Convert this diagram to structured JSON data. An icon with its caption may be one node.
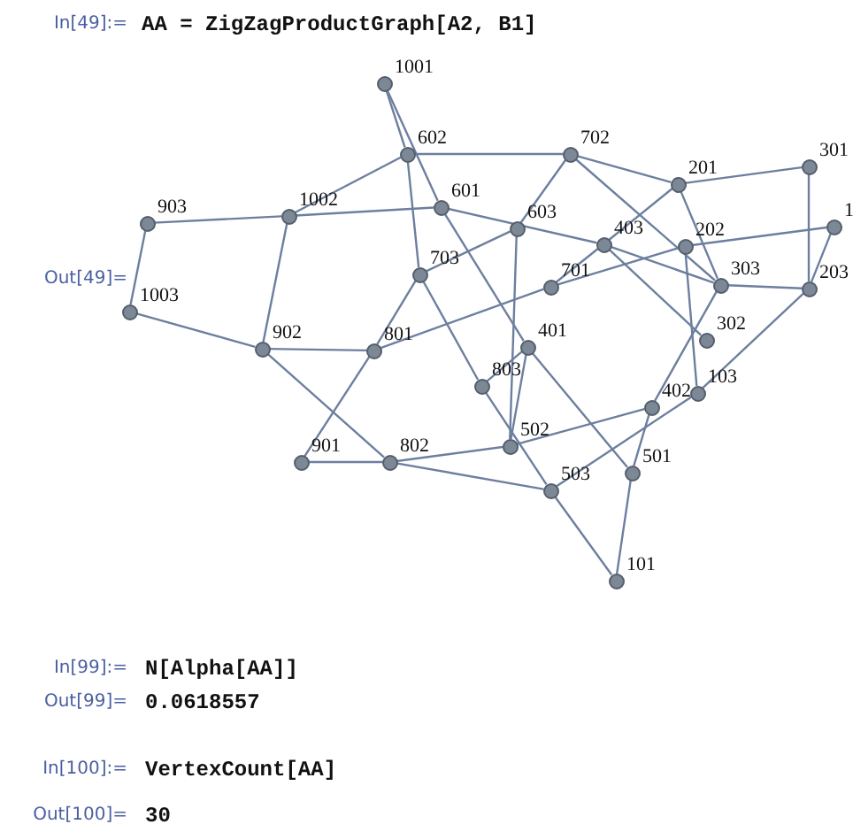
{
  "diagram": {
    "nodes": [
      {
        "text": [
          "1001"
        ]
      },
      {
        "text": [
          "602"
        ]
      },
      {
        "text": [
          "702"
        ]
      },
      {
        "text": [
          "301"
        ]
      },
      {
        "text": [
          "201"
        ]
      },
      {
        "text": [
          "601"
        ]
      },
      {
        "text": [
          "1002"
        ]
      },
      {
        "text": [
          "903"
        ]
      },
      {
        "text": [
          "1"
        ]
      },
      {
        "text": [
          "603"
        ]
      },
      {
        "text": [
          "403"
        ]
      },
      {
        "text": [
          "202"
        ]
      },
      {
        "text": [
          "703"
        ]
      },
      {
        "text": [
          "701"
        ]
      },
      {
        "text": [
          "303"
        ]
      },
      {
        "text": [
          "203"
        ]
      },
      {
        "text": [
          "1003"
        ]
      },
      {
        "text": [
          "302"
        ]
      },
      {
        "text": [
          "401"
        ]
      },
      {
        "text": [
          "902"
        ]
      },
      {
        "text": [
          "801"
        ]
      },
      {
        "text": [
          "803"
        ]
      },
      {
        "text": [
          "103"
        ]
      },
      {
        "text": [
          "402"
        ]
      },
      {
        "text": [
          "502"
        ]
      },
      {
        "text": [
          "901"
        ]
      },
      {
        "text": [
          "802"
        ]
      },
      {
        "text": [
          "501"
        ]
      },
      {
        "text": [
          "503"
        ]
      },
      {
        "text": [
          "101"
        ]
      }
    ],
    "edges": [
      {
        "from": 0,
        "to": 1,
        "arrow": "none"
      },
      {
        "from": 0,
        "to": 5,
        "arrow": "none"
      },
      {
        "from": 1,
        "to": 6,
        "arrow": "none"
      },
      {
        "from": 1,
        "to": 2,
        "arrow": "none"
      },
      {
        "from": 1,
        "to": 12,
        "arrow": "none"
      },
      {
        "from": 6,
        "to": 7,
        "arrow": "none"
      },
      {
        "from": 6,
        "to": 5,
        "arrow": "none"
      },
      {
        "from": 6,
        "to": 19,
        "arrow": "none"
      },
      {
        "from": 7,
        "to": 16,
        "arrow": "none"
      },
      {
        "from": 16,
        "to": 19,
        "arrow": "none"
      },
      {
        "from": 19,
        "to": 20,
        "arrow": "none"
      },
      {
        "from": 19,
        "to": 26,
        "arrow": "none"
      },
      {
        "from": 20,
        "to": 12,
        "arrow": "none"
      },
      {
        "from": 20,
        "to": 25,
        "arrow": "none"
      },
      {
        "from": 20,
        "to": 13,
        "arrow": "none"
      },
      {
        "from": 12,
        "to": 9,
        "arrow": "none"
      },
      {
        "from": 12,
        "to": 21,
        "arrow": "none"
      },
      {
        "from": 5,
        "to": 10,
        "arrow": "none"
      },
      {
        "from": 5,
        "to": 18,
        "arrow": "none"
      },
      {
        "from": 10,
        "to": 14,
        "arrow": "none"
      },
      {
        "from": 2,
        "to": 9,
        "arrow": "none"
      },
      {
        "from": 2,
        "to": 4,
        "arrow": "none"
      },
      {
        "from": 2,
        "to": 14,
        "arrow": "none"
      },
      {
        "from": 4,
        "to": 3,
        "arrow": "none"
      },
      {
        "from": 4,
        "to": 10,
        "arrow": "none"
      },
      {
        "from": 10,
        "to": 13,
        "arrow": "none"
      },
      {
        "from": 4,
        "to": 14,
        "arrow": "none"
      },
      {
        "from": 3,
        "to": 15,
        "arrow": "none"
      },
      {
        "from": 8,
        "to": 15,
        "arrow": "none"
      },
      {
        "from": 8,
        "to": 11,
        "arrow": "none"
      },
      {
        "from": 15,
        "to": 14,
        "arrow": "none"
      },
      {
        "from": 15,
        "to": 22,
        "arrow": "none"
      },
      {
        "from": 9,
        "to": 24,
        "arrow": "none"
      },
      {
        "from": 10,
        "to": 17,
        "arrow": "none"
      },
      {
        "from": 11,
        "to": 22,
        "arrow": "none"
      },
      {
        "from": 11,
        "to": 13,
        "arrow": "none"
      },
      {
        "from": 14,
        "to": 23,
        "arrow": "none"
      },
      {
        "from": 23,
        "to": 24,
        "arrow": "none"
      },
      {
        "from": 23,
        "to": 27,
        "arrow": "none"
      },
      {
        "from": 28,
        "to": 22,
        "arrow": "none"
      },
      {
        "from": 18,
        "to": 21,
        "arrow": "none"
      },
      {
        "from": 18,
        "to": 27,
        "arrow": "none"
      },
      {
        "from": 18,
        "to": 24,
        "arrow": "none"
      },
      {
        "from": 21,
        "to": 28,
        "arrow": "none"
      },
      {
        "from": 26,
        "to": 25,
        "arrow": "none"
      },
      {
        "from": 26,
        "to": 24,
        "arrow": "none"
      },
      {
        "from": 26,
        "to": 28,
        "arrow": "none"
      },
      {
        "from": 28,
        "to": 29,
        "arrow": "none"
      },
      {
        "from": 27,
        "to": 29,
        "arrow": "none"
      }
    ],
    "labels": [
      "In[49]:=",
      "AA = ZigZagProductGraph[A2, B1]",
      "Out[49]=",
      "In[99]:=",
      "N[Alpha[AA]]",
      "Out[99]=",
      "0.0618557",
      "In[100]:=",
      "VertexCount[AA]",
      "Out[100]=",
      "30"
    ]
  }
}
